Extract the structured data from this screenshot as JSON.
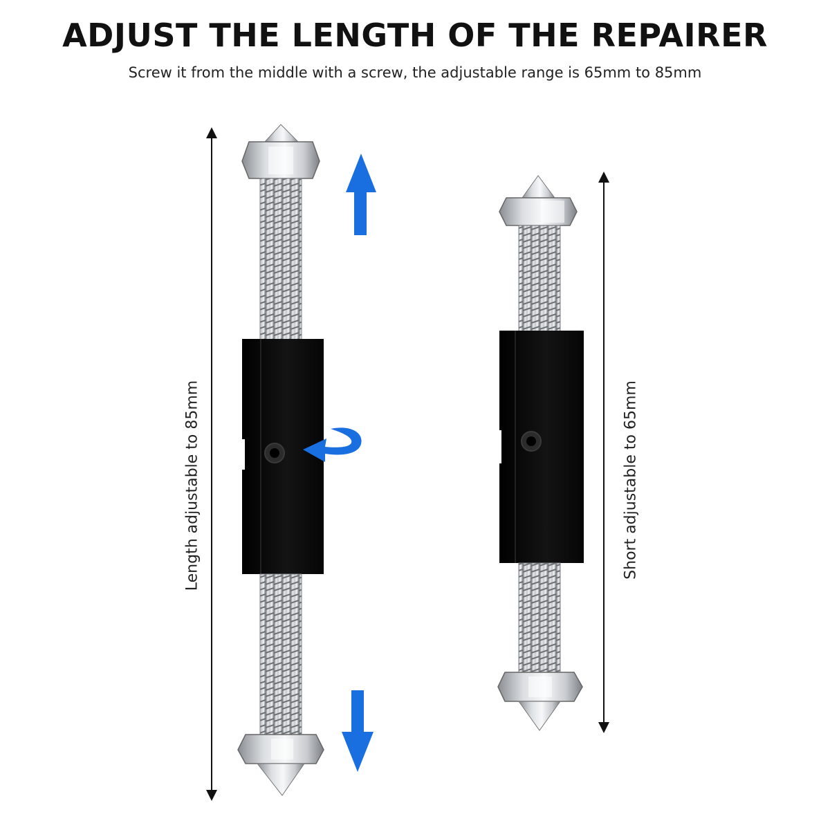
{
  "heading": {
    "title": "ADJUST THE LENGTH OF THE REPAIRER",
    "subtitle": "Screw it from the middle with a screw, the adjustable range is 65mm to 85mm"
  },
  "long_repairer": {
    "dimension_label": "Length adjustable to 85mm"
  },
  "short_repairer": {
    "dimension_label": "Short adjustable to 65mm"
  },
  "colors": {
    "accent_arrow": "#1a6fe0",
    "body_black": "#0d0d0d",
    "steel": "#b9bcc0"
  }
}
